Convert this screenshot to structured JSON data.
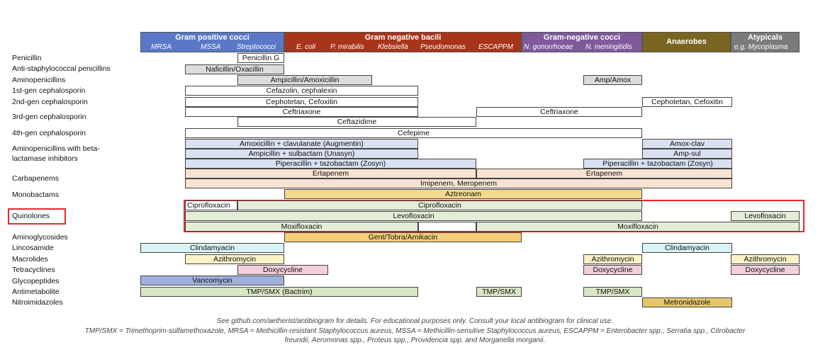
{
  "headers": {
    "gram_pos": {
      "title": "Gram positive cocci",
      "subs": [
        "MRSA",
        "MSSA",
        "Streptococci"
      ],
      "color": "#5a78c7"
    },
    "gram_neg_bacilli": {
      "title": "Gram negative bacili",
      "subs": [
        "E. coli",
        "P. mirabilis",
        "Klebsiella",
        "Pseudomonas",
        "ESCAPPM"
      ],
      "color": "#a8341a"
    },
    "gram_neg_cocci": {
      "title": "Gram-negative cocci",
      "subs": [
        "N. gonorrhoeae",
        "N. meningitidis"
      ],
      "color": "#7e5a9b"
    },
    "anaerobes": {
      "title": "Anaerobes",
      "color": "#7a6520"
    },
    "atypicals": {
      "title": "Atypicals",
      "subs": [
        "e.g. Mycoplasma"
      ],
      "color": "#7b7b7b"
    }
  },
  "row_labels": {
    "penicillin": "Penicillin",
    "anti_staph": "Anti-staphylococcal penicillins",
    "aminopenicillins": "Aminopenicillins",
    "first_gen": "1st-gen cephalosporin",
    "second_gen": "2nd-gen cephalosporin",
    "third_gen": "3rd-gen cephalosporin",
    "fourth_gen": "4th-gen cephalosporin",
    "bli_1": "Aminopenicillins with beta-",
    "bli_2": "lactamase inhibitors",
    "carbapenems": "Carbapenems",
    "monobactams": "Monobactams",
    "quinolones": "Quinolones",
    "aminoglycosides": "Aminoglycosides",
    "lincosamide": "Lincosamide",
    "macrolides": "Macrolides",
    "tetracyclines": "Tetracyclines",
    "glycopeptides": "Glycopeptides",
    "antimetabolite": "Antimetabolite",
    "nitroimidazoles": "Nitroimidazoles"
  },
  "bars": {
    "penicillin_g": "Penicillin G",
    "nafcillin": "Naficillin/Oxacillin",
    "ampicillin": "Ampicillin/Amoxicillin",
    "amp_amox": "Amp/Amox",
    "cefazolin": "Cefazolin, cephalexin",
    "cephotetan": "Cephotetan, Cefoxitin",
    "cephotetan_anaerobe": "Cephotetan, Cefoxitin",
    "ceftriaxone_1": "Ceftriaxone",
    "ceftriaxone_2": "Ceftriaxone",
    "ceftazidime": "Ceftazidime",
    "cefepime": "Cefepime",
    "augmentin": "Amoxicillin + clavulanate (Augmentin)",
    "amox_clav": "Amox-clav",
    "unasyn": "Ampicillin + sulbactam (Unasyn)",
    "amp_sul": "Amp-sul",
    "zosyn_1": "Piperacillin + tazobactam (Zosyn)",
    "zosyn_2": "Piperacillin + tazobactam (Zosyn)",
    "ertapenem_1": "Ertapenem",
    "ertapenem_2": "Ertapenem",
    "imipenem": "Imipenem, Meropenem",
    "aztreonam": "Aztreonam",
    "cipro_1": "Ciprofloxacin",
    "cipro_2": "Ciprofloxacin",
    "levo_1": "Levofloxacin",
    "levo_2": "Levofloxacin",
    "moxi_1": "Moxifloxacin",
    "moxi_2": "Moxifloxacin",
    "gent": "Gent/Tobra/Amikacin",
    "clinda_1": "Clindamyacin",
    "clinda_2": "Clindamyacin",
    "azithro_1": "Azithromycin",
    "azithro_2": "Azithromycin",
    "azithro_3": "Azithromycin",
    "doxy_1": "Doxycycline",
    "doxy_2": "Doxycycline",
    "doxy_3": "Doxycycline",
    "vanco": "Vancomycin",
    "tmp_1": "TMP/SMX (Bactrim)",
    "tmp_2": "TMP/SMX",
    "tmp_3": "TMP/SMX",
    "metronidazole": "Metronidazole"
  },
  "bar_colors": {
    "grey": "#dcdcdc",
    "white": "#ffffff",
    "blue": "#d9e0f1",
    "peach": "#f8e3d2",
    "yellow": "#f4d98c",
    "green": "#e3ecd6",
    "orange": "#f5cf7a",
    "cyan": "#d9f3f7",
    "lightyellow": "#fbf1c7",
    "pink": "#f3cfd9",
    "vanco": "#9fb0dd",
    "olive": "#d8e6c4",
    "metro": "#e5c76b",
    "highlight": "#e32b2b"
  },
  "footer": {
    "line1": "See github.com/aetherist/antibiogram for details. For educational purposes only. Consult your local antibiogram for clinical use.",
    "line2": "TMP/SMX = Trimethoprim-sulfamethoxazole, MRSA = Methicillin-resistant Staphylococcus aureus, MSSA = Methicillin-sensitive Staphylococcus aureus, ESCAPPM = Enterobacter spp., Serratia spp., Citrobacter",
    "line3": "freundii, Aeromonas spp., Proteus spp., Providencia spp. and Morganella morganii."
  }
}
